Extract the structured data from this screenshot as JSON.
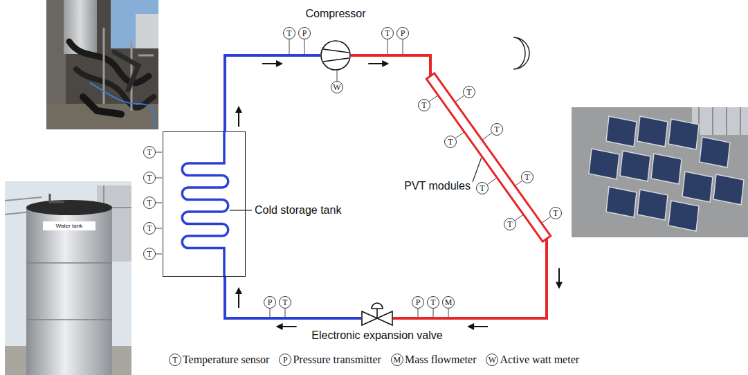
{
  "diagram": {
    "nodes": [
      {
        "text": [
          "Compressor"
        ]
      },
      {
        "text": [
          "Cold storage tank"
        ]
      },
      {
        "text": [
          "PVT modules"
        ]
      },
      {
        "text": [
          "Electronic expansion valve"
        ]
      }
    ],
    "edges": [
      {
        "from": 0,
        "to": 2,
        "arrow": "to"
      },
      {
        "from": 2,
        "to": 3,
        "arrow": "to"
      },
      {
        "from": 3,
        "to": 1,
        "arrow": "to"
      },
      {
        "from": 1,
        "to": 0,
        "arrow": "to"
      }
    ],
    "labels": [
      "T",
      "P",
      "T",
      "P",
      "W",
      "T",
      "T",
      "T",
      "T",
      "T",
      "T",
      "T",
      "T",
      "T",
      "T",
      "T",
      "T",
      "T",
      "P",
      "T",
      "P",
      "T",
      "M",
      "T",
      "P",
      "M",
      "W",
      "Water tank"
    ],
    "legend": [
      {
        "text": "Temperature sensor"
      },
      {
        "text": "Pressure transmitter"
      },
      {
        "text": "Mass flowmeter"
      },
      {
        "text": "Active watt meter"
      }
    ]
  }
}
